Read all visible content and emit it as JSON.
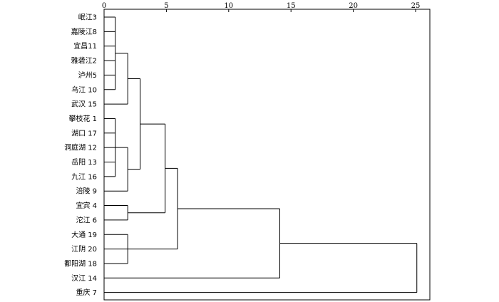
{
  "chart_data": {
    "type": "dendrogram",
    "x_ticks": [
      0,
      5,
      10,
      15,
      20,
      25
    ],
    "xlim": [
      0,
      25
    ],
    "leaves": [
      "岷江3",
      "嘉陵江8",
      "宜昌11",
      "雅砻江2",
      "泸州5",
      "乌江 10",
      "武汉 15",
      "攀枝花 1",
      "湖口 17",
      "洞庭湖 12",
      "岳阳 13",
      "九江 16",
      "涪陵 9",
      "宜宾 4",
      "沱江 6",
      "大通 19",
      "江阴 20",
      "鄱阳湖 18",
      "汉江 14",
      "重庆 7"
    ],
    "merges": [
      {
        "children": [
          "L0",
          "L1",
          "L2",
          "L3",
          "L4",
          "L5"
        ],
        "height": 0.9
      },
      {
        "children": [
          "C0",
          "L6"
        ],
        "height": 1.9
      },
      {
        "children": [
          "L7",
          "L8",
          "L9",
          "L10",
          "L11"
        ],
        "height": 0.9
      },
      {
        "children": [
          "C2",
          "L12"
        ],
        "height": 1.9
      },
      {
        "children": [
          "C1",
          "C3"
        ],
        "height": 2.9
      },
      {
        "children": [
          "L13",
          "L14"
        ],
        "height": 1.9
      },
      {
        "children": [
          "C4",
          "C5"
        ],
        "height": 4.9
      },
      {
        "children": [
          "L15",
          "L16",
          "L17"
        ],
        "height": 1.9
      },
      {
        "children": [
          "C6",
          "C7"
        ],
        "height": 5.9
      },
      {
        "children": [
          "C8",
          "L18"
        ],
        "height": 14.1
      },
      {
        "children": [
          "C9",
          "L19"
        ],
        "height": 25.1
      }
    ]
  }
}
